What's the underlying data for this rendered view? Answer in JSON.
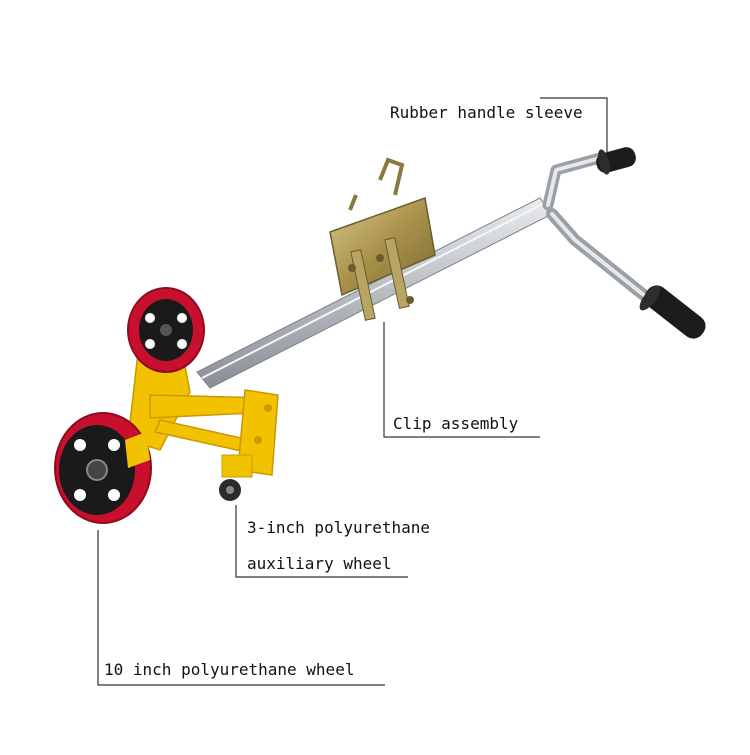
{
  "callouts": {
    "rubber_handle_sleeve": "Rubber handle sleeve",
    "clip_assembly": "Clip assembly",
    "aux_wheel_line1": "3-inch polyurethane",
    "aux_wheel_line2": "auxiliary wheel",
    "main_wheel": "10 inch polyurethane wheel"
  },
  "colors": {
    "tire": "#c8102e",
    "tire_dark": "#8e0b1f",
    "hub": "#1a1a1a",
    "frame": "#f2c200",
    "frame_dark": "#c89a00",
    "steel": "#c9ccd0",
    "steel_dark": "#7d8288",
    "bracket": "#b7a05a",
    "grip": "#1c1c1c",
    "leader": "#333333"
  }
}
